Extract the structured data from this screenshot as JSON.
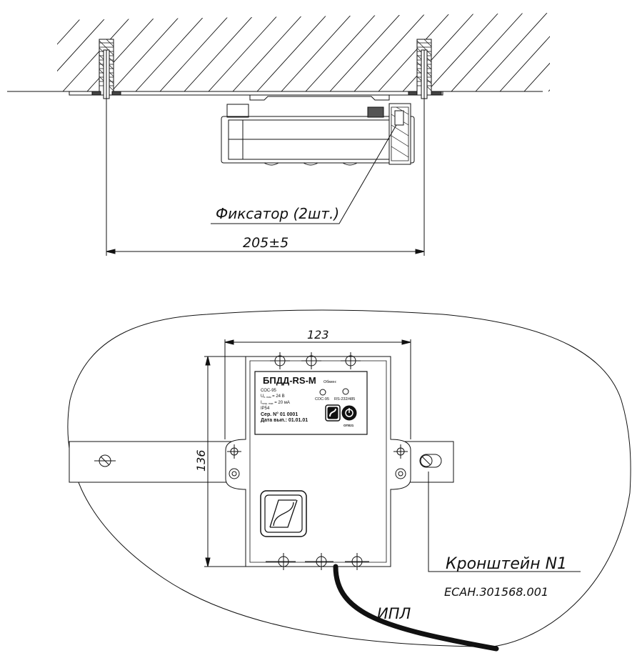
{
  "side_view": {
    "retainer_label": "Фиксатор (2шт.)",
    "width_dim": "205±5"
  },
  "front_view": {
    "width_dim": "123",
    "height_dim": "136",
    "bracket_label": "Кронштейн N1",
    "bracket_code": "ЕСАН.301568.001",
    "cable_label": "ИПЛ"
  },
  "nameplate": {
    "title": "БПДД-RS-M",
    "line1": "СОС-95",
    "line2": "U",
    "line2_sub": "п. ном",
    "line2_rest": " = 24 В",
    "line3": "I",
    "line3_sub": "потр. max",
    "line3_rest": " = 20 мА",
    "line4": "IP54",
    "serial": "Сер. N° 01 0001",
    "date": "Дата вып.: 01.01.01",
    "exchange_label": "Обмен:",
    "led1_label": "СОС-95",
    "led2_label": "RS-232/485",
    "cert_label": "ОП021"
  },
  "colors": {
    "line": "#111111",
    "cable": "#111111"
  }
}
